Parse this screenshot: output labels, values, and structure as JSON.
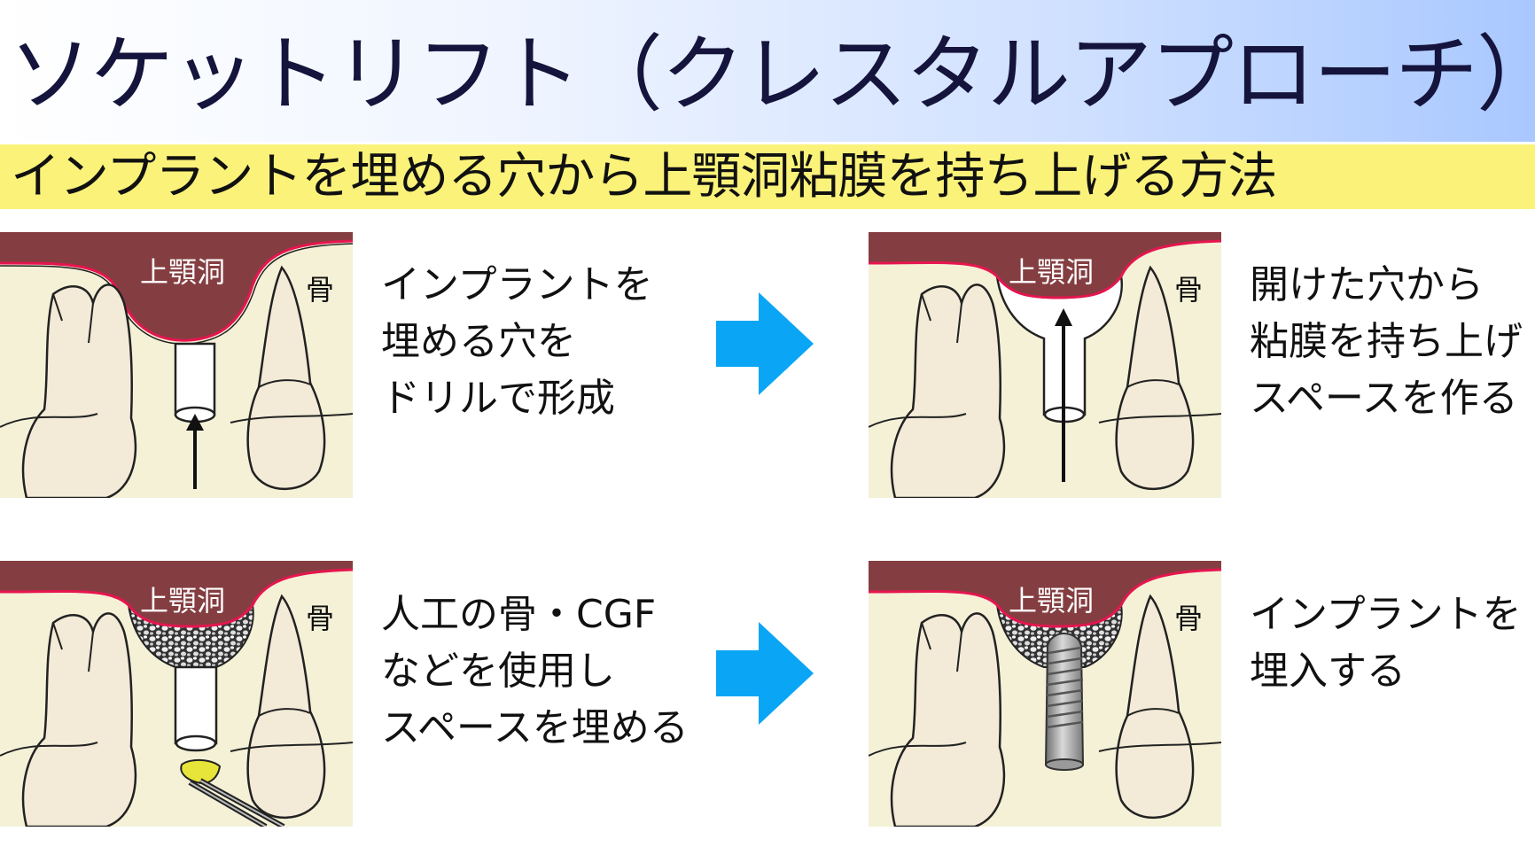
{
  "header": {
    "title": "ソケットリフト（クレスタルアプローチ）",
    "subtitle": "インプラントを埋める穴から上顎洞粘膜を持ち上げる方法"
  },
  "labels": {
    "sinus": "上顎洞",
    "bone": "骨"
  },
  "steps": [
    {
      "text": "インプラントを\n埋める穴を\nドリルで形成"
    },
    {
      "text": "開けた穴から\n粘膜を持ち上げ\nスペースを作る"
    },
    {
      "text": "人工の骨・CGF\nなどを使用し\nスペースを埋める"
    },
    {
      "text": "インプラントを\n埋入する"
    }
  ],
  "colors": {
    "sinus": "#843e41",
    "membrane": "#e6154f",
    "bone": "#f4f1d7",
    "tooth": "#f3ead7",
    "arrow": "#0aa6f5",
    "subtitle_band": "#fbf27a",
    "title": "#14143c"
  }
}
